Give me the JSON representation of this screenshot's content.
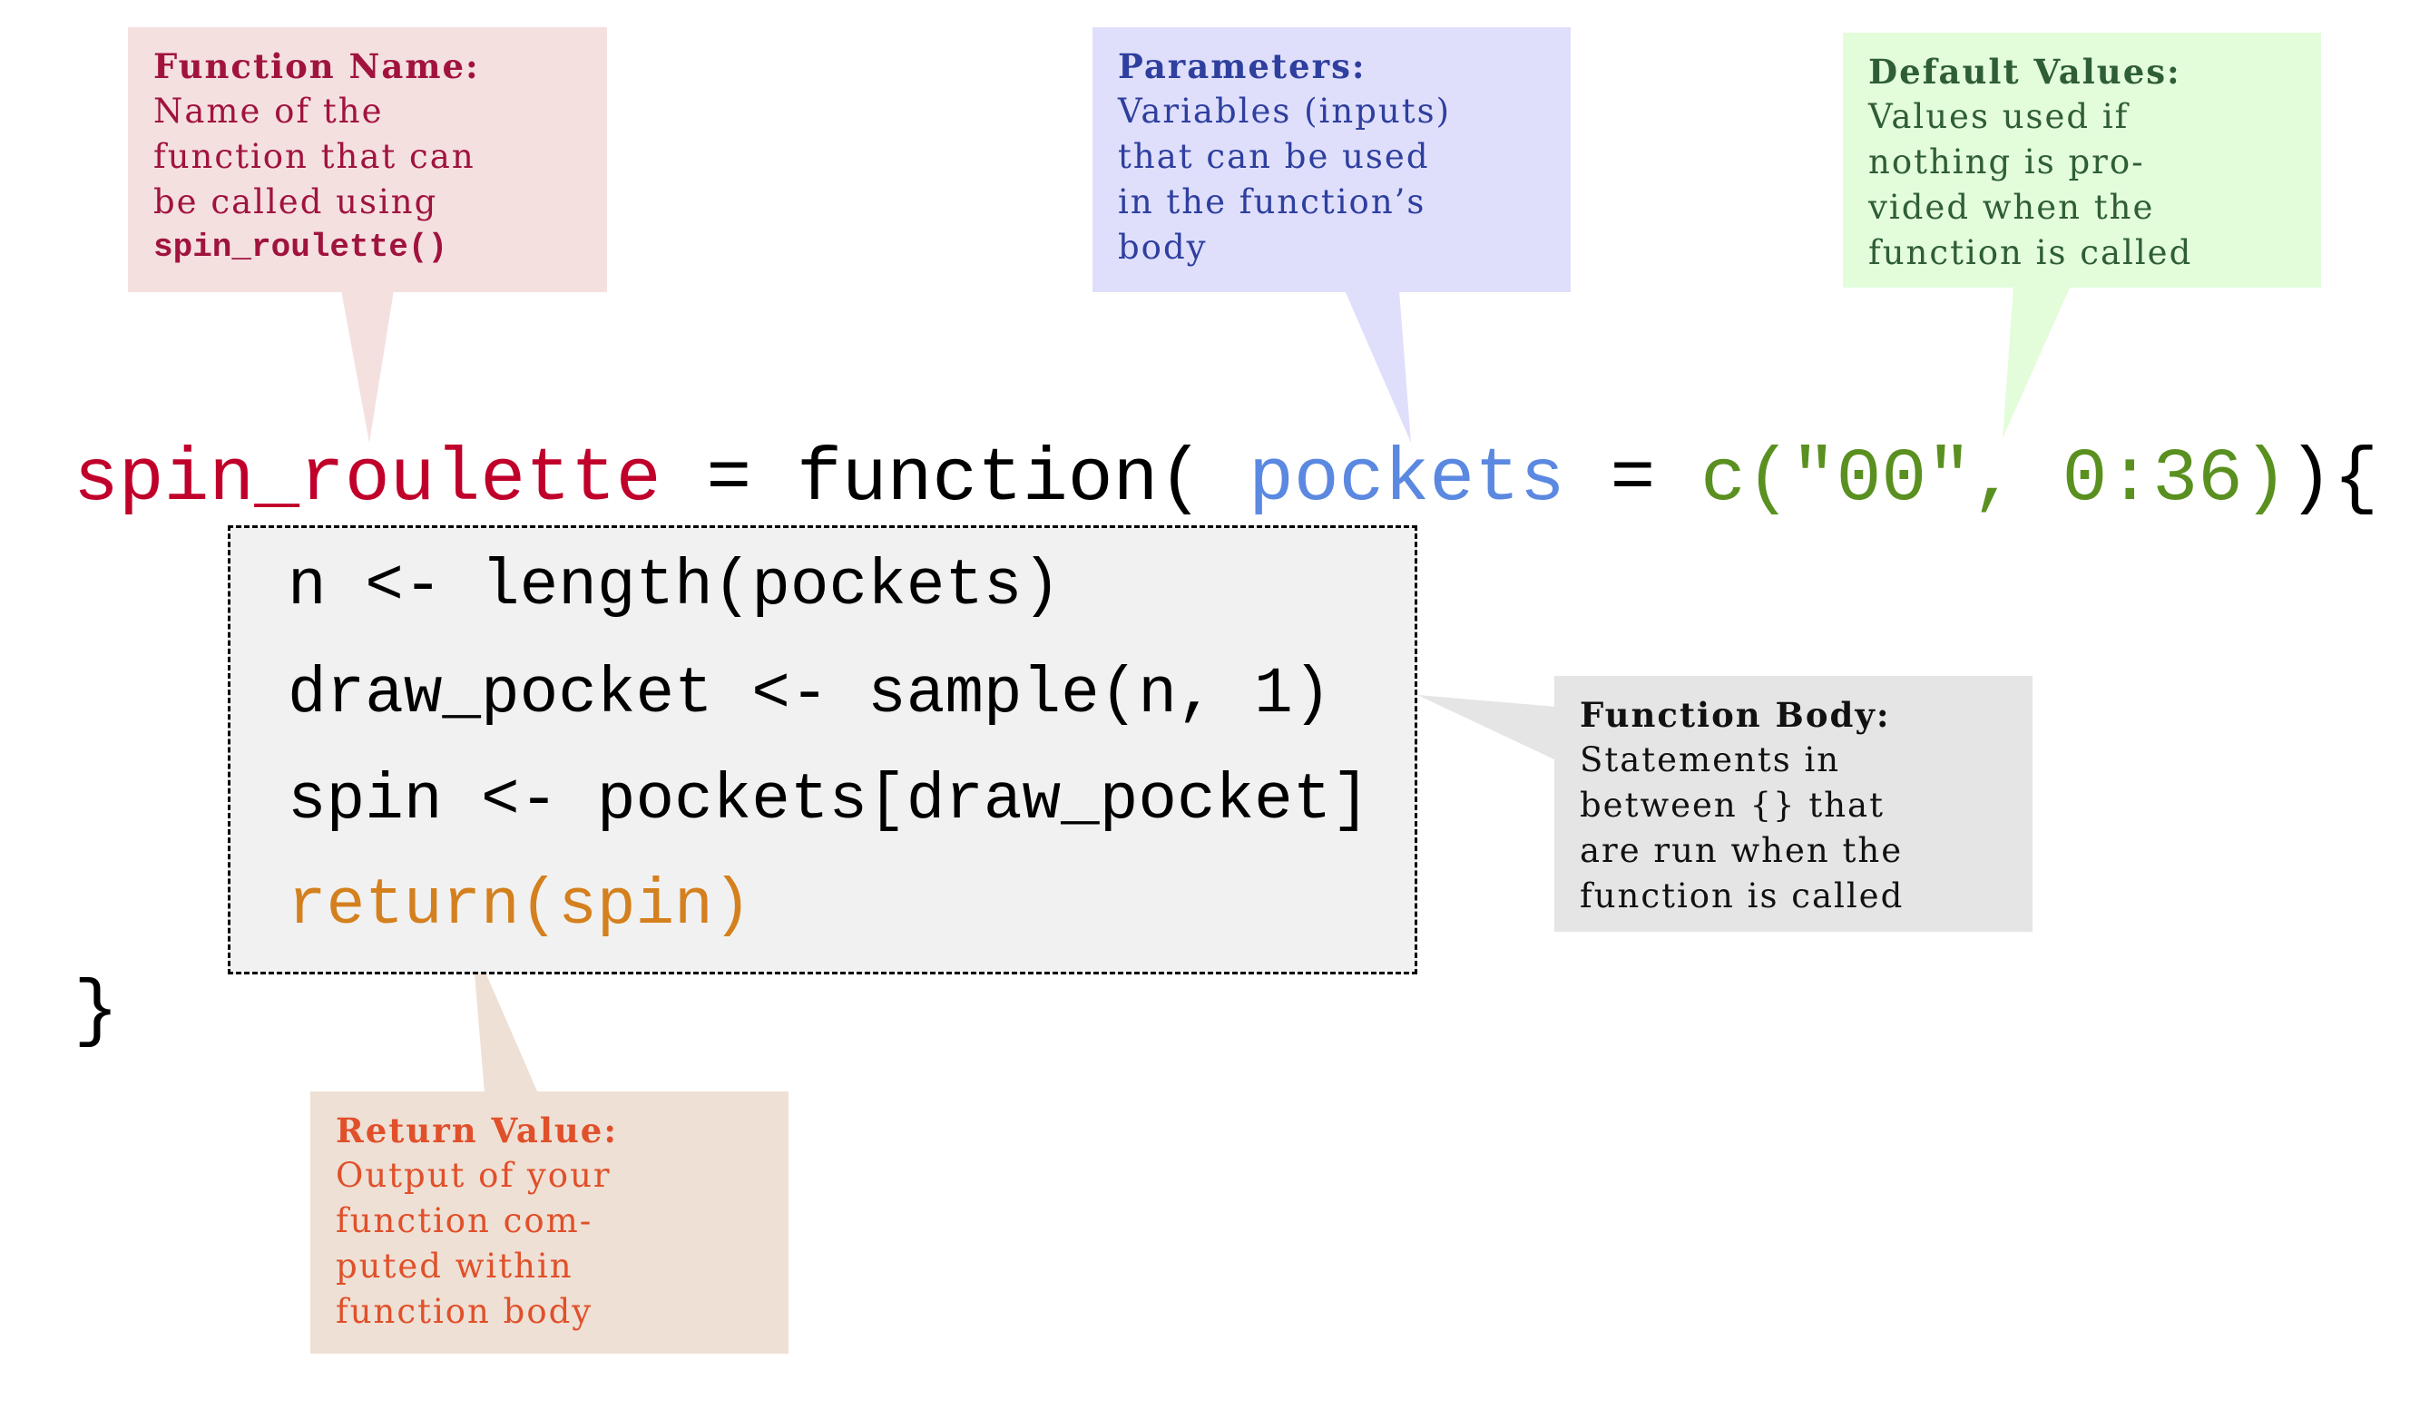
{
  "annotations": {
    "function_name": {
      "title": "Function Name:",
      "lines": [
        "Name of the",
        "function that can",
        "be called using"
      ],
      "code": "spin_roulette()"
    },
    "parameters": {
      "title": "Parameters:",
      "lines": [
        "Variables (inputs)",
        "that can be used",
        "in the function’s",
        "body"
      ]
    },
    "default_values": {
      "title": "Default Values:",
      "lines": [
        "Values used if",
        "nothing is pro-",
        "vided when the",
        "function is called"
      ]
    },
    "function_body": {
      "title": "Function Body:",
      "lines": [
        "Statements in",
        "between {} that",
        "are run when the",
        "function is called"
      ]
    },
    "return_value": {
      "title": "Return Value:",
      "lines": [
        "Output of your",
        "function com-",
        "puted within",
        "function body"
      ]
    }
  },
  "code": {
    "name": "spin_roulette",
    "assign": " = ",
    "keyword": "function( ",
    "param": "pockets",
    "eq": " = ",
    "default": "c(\"00\", 0:36)",
    "open": "){",
    "body": [
      "n <- length(pockets)",
      "draw_pocket <- sample(n, 1)",
      "spin <- pockets[draw_pocket]"
    ],
    "return": "return(spin)",
    "close": "}"
  },
  "colors": {
    "name": "#c0002a",
    "param": "#5b88e0",
    "default": "#5a9020",
    "return": "#d4801e"
  }
}
